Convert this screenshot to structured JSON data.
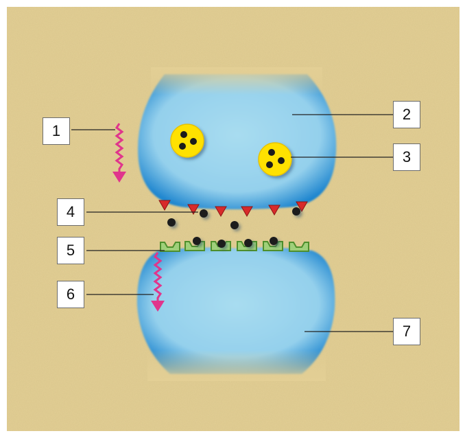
{
  "labels": [
    "1",
    "2",
    "3",
    "4",
    "5",
    "6",
    "7"
  ],
  "colors": {
    "background": "#e3cf95",
    "neuron_fill": "#9fd6ec",
    "neuron_edge": "#1e88d0",
    "vesicle": "#ffe100",
    "neurotransmitter": "#1a1a1a",
    "receptor": "#7bbf4a",
    "release_site": "#d82a2a",
    "signal_arrow": "#e0358c"
  },
  "icons": [
    "signal-arrow-icon",
    "vesicle-icon",
    "neurotransmitter-icon",
    "receptor-icon",
    "release-site-icon"
  ]
}
